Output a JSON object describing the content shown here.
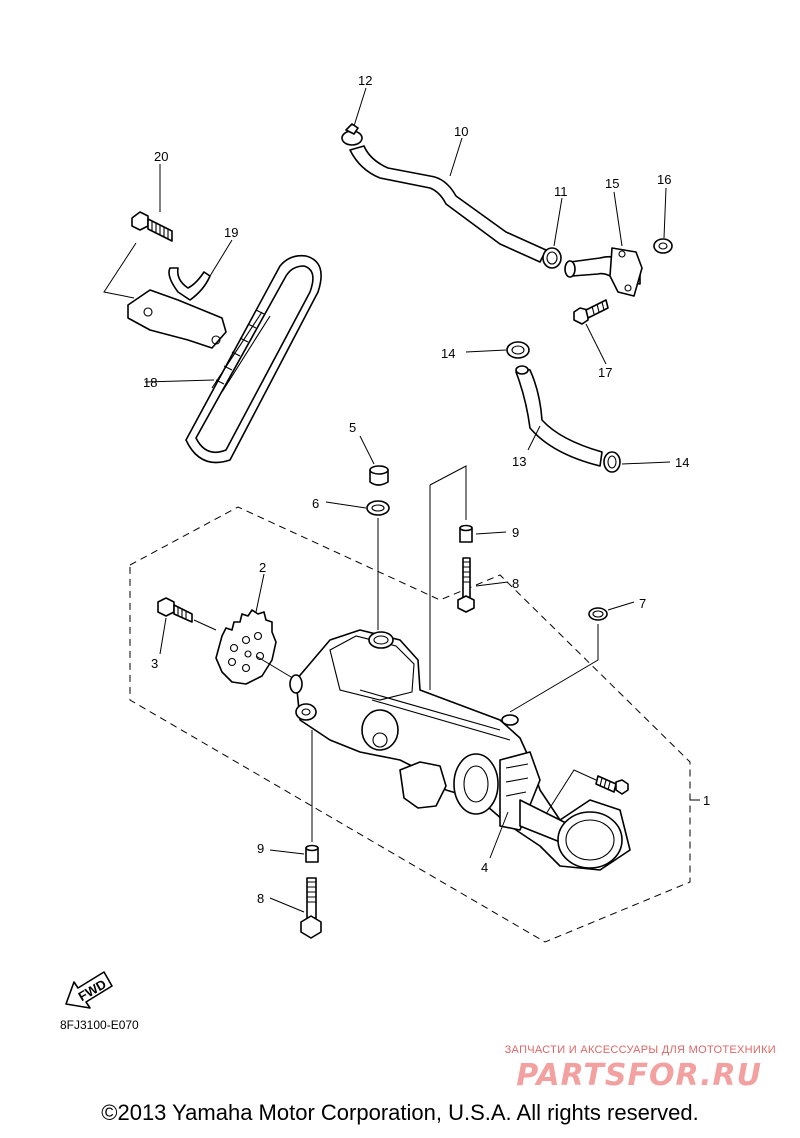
{
  "callouts": [
    "1",
    "2",
    "3",
    "4",
    "5",
    "6",
    "7",
    "8",
    "9",
    "10",
    "11",
    "12",
    "13",
    "14",
    "15",
    "16",
    "17",
    "18",
    "19",
    "20"
  ],
  "fwd_label": "FWD",
  "drawing_code": "8FJ3100-E070",
  "watermark": {
    "tagline": "ЗАПЧАСТИ И АКСЕССУАРЫ ДЛЯ МОТОТЕХНИКИ",
    "logo": "PARTSFOR.RU"
  },
  "copyright": "©2013 Yamaha Motor Corporation, U.S.A. All rights reserved."
}
